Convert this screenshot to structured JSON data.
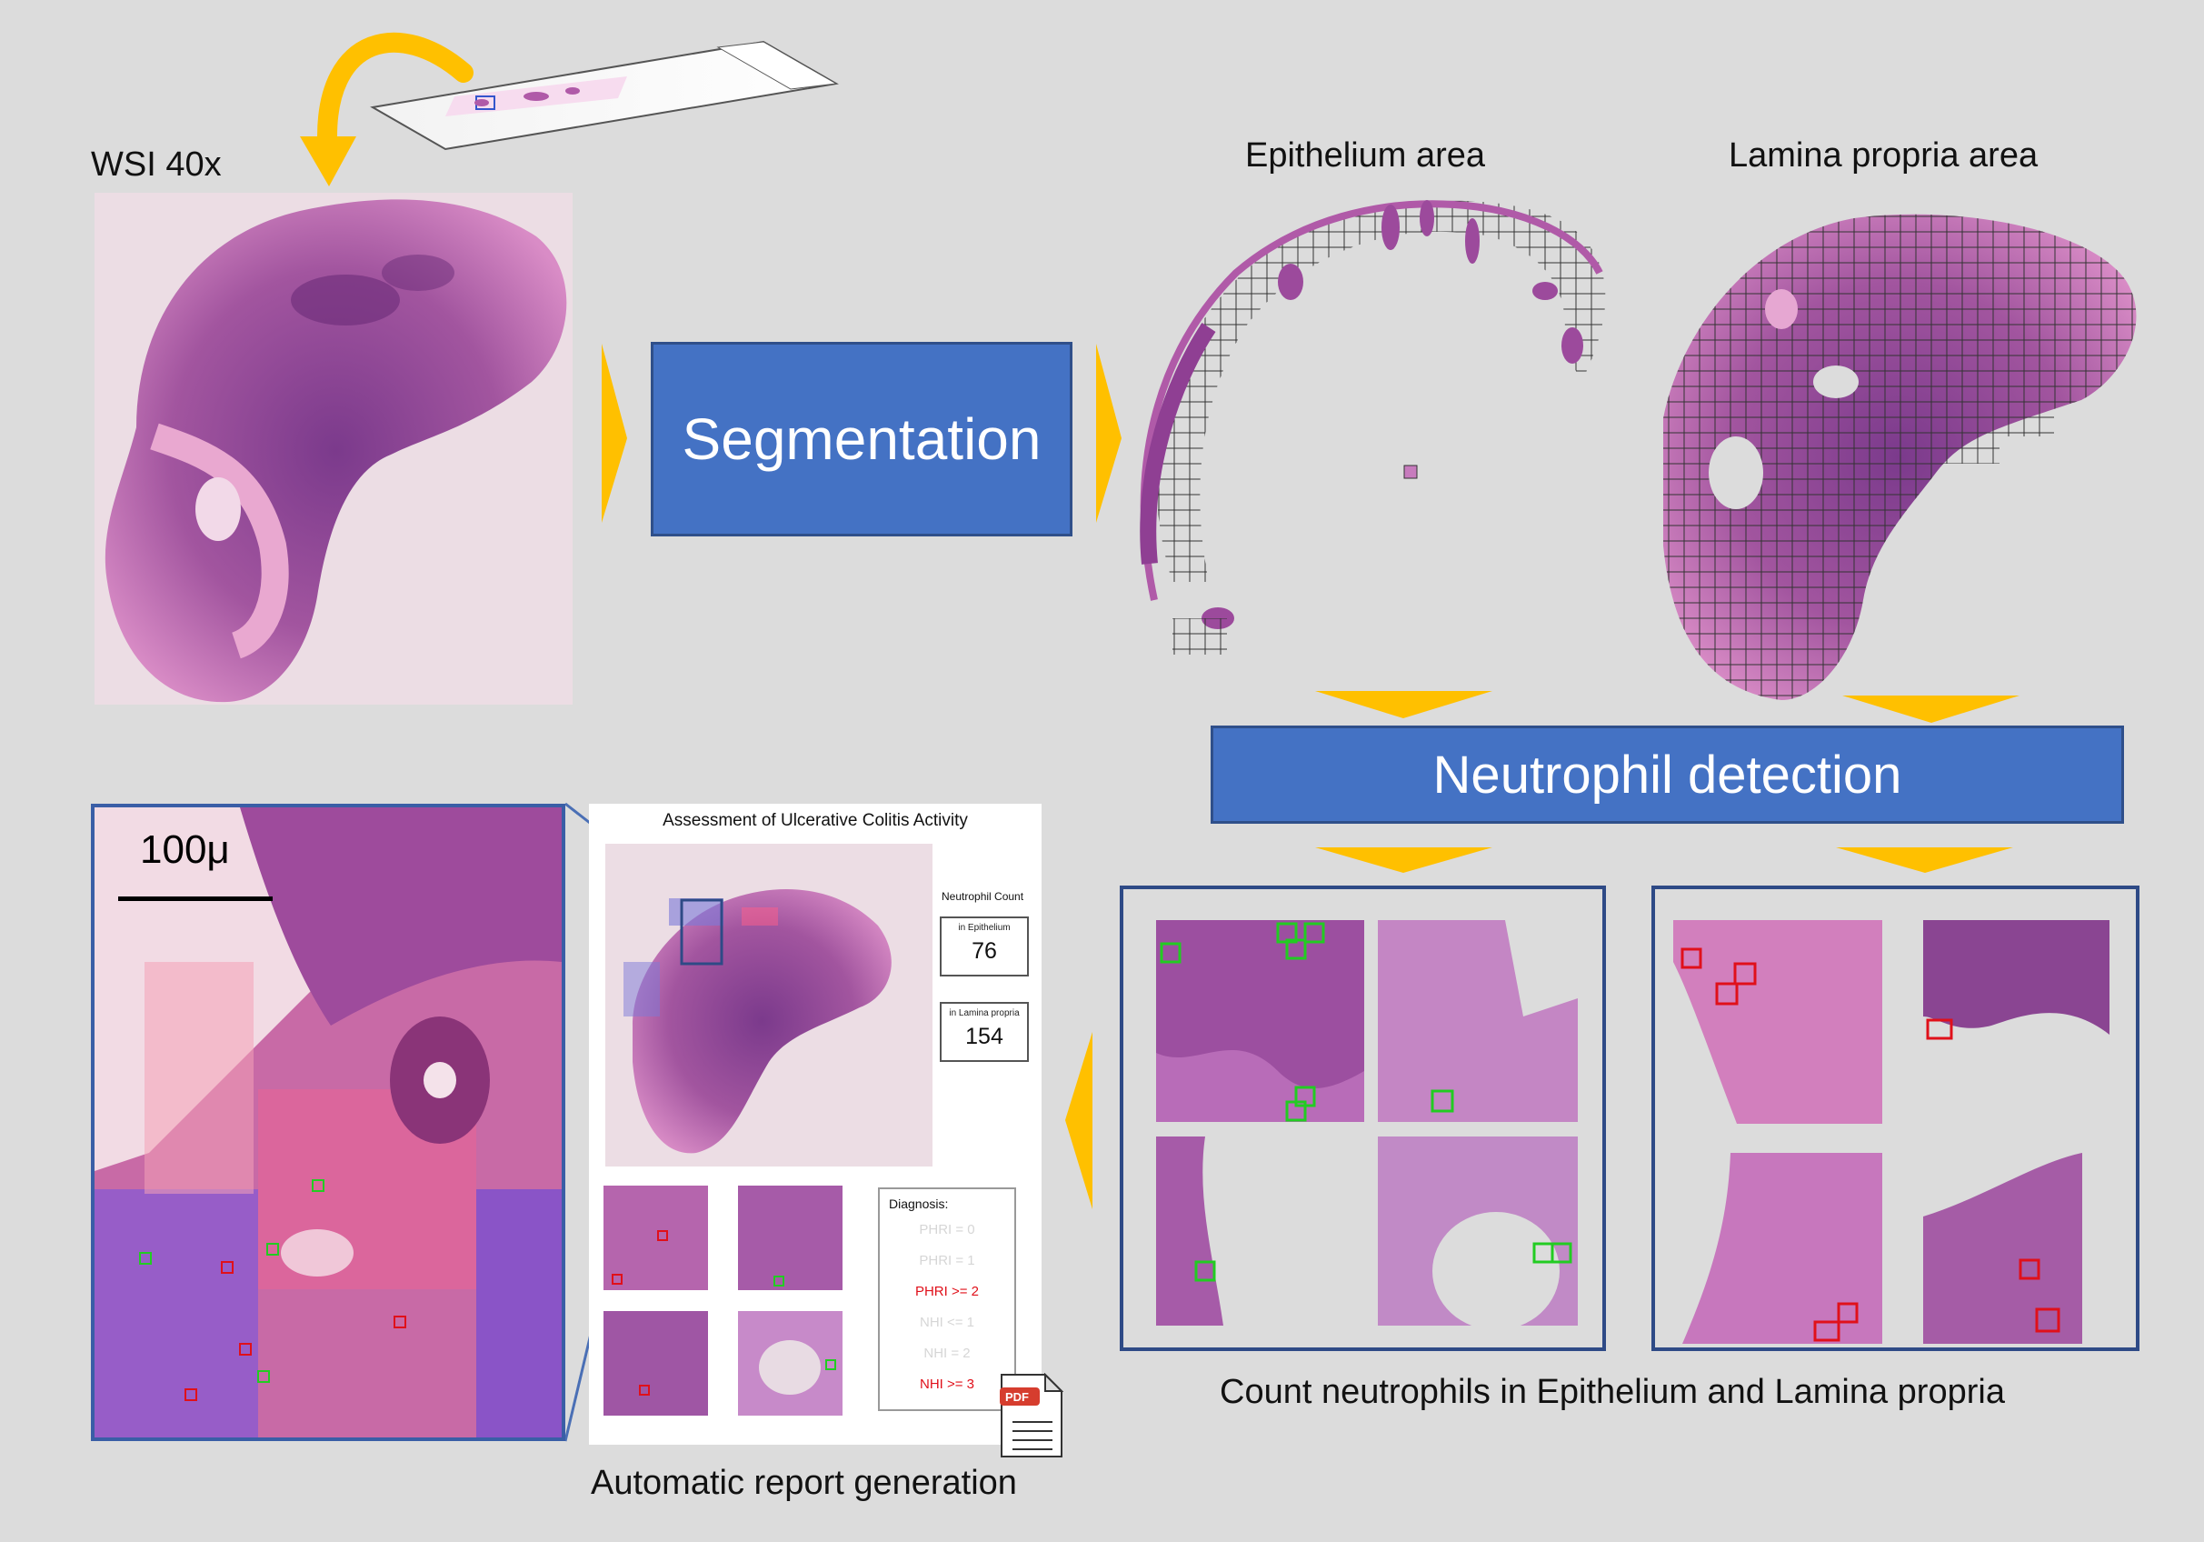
{
  "labels": {
    "wsi": "WSI 40x",
    "epithelium_area": "Epithelium  area",
    "lamina_area": "Lamina propria area",
    "segmentation": "Segmentation",
    "neutrophil_detection": "Neutrophil detection",
    "count_caption": "Count neutrophils in Epithelium  and Lamina propria",
    "report_caption": "Automatic report generation",
    "scale_bar": "100μ"
  },
  "report": {
    "title": "Assessment of Ulcerative Colitis Activity",
    "neutrophil_count_label": "Neutrophil Count",
    "epithelium_label": "in Epithelium",
    "epithelium_value": "76",
    "lamina_label": "in Lamina propria",
    "lamina_value": "154",
    "diagnosis_label": "Diagnosis:",
    "diagnosis_items": [
      {
        "text": "PHRI = 0",
        "active": false
      },
      {
        "text": "PHRI = 1",
        "active": false
      },
      {
        "text": "PHRI >= 2",
        "active": true
      },
      {
        "text": "NHI <= 1",
        "active": false
      },
      {
        "text": "NHI = 2",
        "active": false
      },
      {
        "text": "NHI >= 3",
        "active": true
      }
    ],
    "pdf_label": "PDF"
  },
  "colors": {
    "background": "#dcdcdc",
    "box_blue": "#4472c4",
    "panel_border": "#2e4a86",
    "arrow": "#ffc000",
    "tissue": "#b05aa8",
    "detection_green": "#22cc22",
    "detection_red": "#e0101a"
  }
}
